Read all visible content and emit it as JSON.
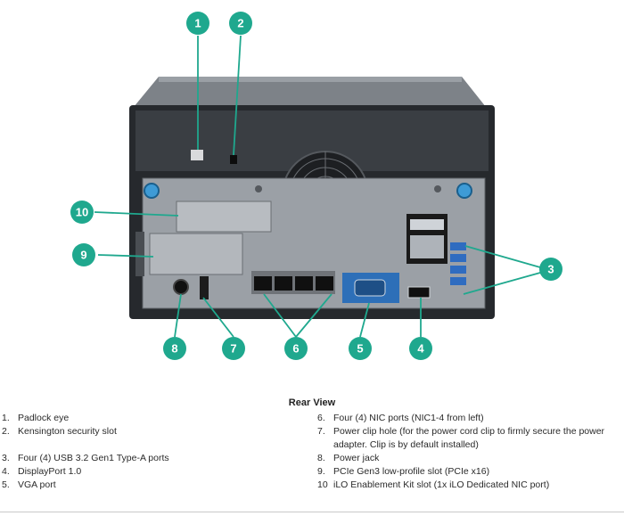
{
  "figure": {
    "title": "Rear View",
    "accent_color": "#1fa88e",
    "callouts": [
      "1",
      "2",
      "3",
      "4",
      "5",
      "6",
      "7",
      "8",
      "9",
      "10"
    ]
  },
  "legend": {
    "left": [
      {
        "num": "1.",
        "text": "Padlock eye"
      },
      {
        "num": "2.",
        "text": "Kensington security slot"
      },
      {
        "num": "3.",
        "text": "Four (4) USB 3.2 Gen1 Type-A ports"
      },
      {
        "num": "4.",
        "text": "DisplayPort 1.0"
      },
      {
        "num": "5.",
        "text": "VGA port"
      }
    ],
    "right": [
      {
        "num": "6.",
        "text": "Four (4) NIC ports (NIC1-4 from left)"
      },
      {
        "num": "7.",
        "text": "Power clip hole (for the power cord clip to firmly secure the power adapter. Clip is by default installed)"
      },
      {
        "num": "8.",
        "text": "Power jack"
      },
      {
        "num": "9.",
        "text": "PCIe Gen3 low-profile slot (PCIe x16)"
      },
      {
        "num": "10",
        "text": "iLO Enablement Kit slot (1x iLO Dedicated NIC port)"
      }
    ]
  }
}
